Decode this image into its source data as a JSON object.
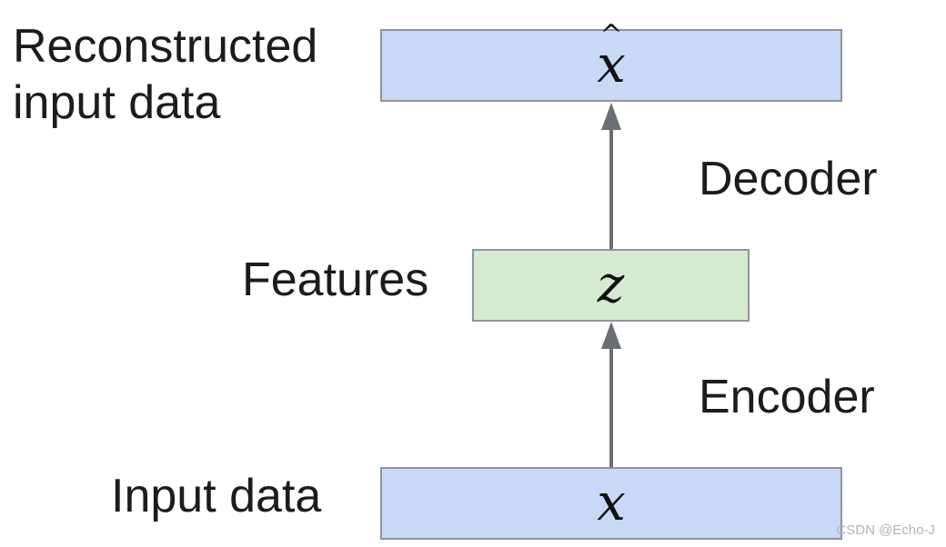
{
  "diagram": {
    "top_label": "Reconstructed\ninput data",
    "top_box_var": "x",
    "top_box_hat": "^",
    "decoder_label": "Decoder",
    "middle_label": "Features",
    "middle_box_var": "z",
    "encoder_label": "Encoder",
    "bottom_label": "Input data",
    "bottom_box_var": "x"
  },
  "colors": {
    "blue_box": "#c9d8f5",
    "green_box": "#d6ead1",
    "arrow": "#6b6f73",
    "border": "#8e949c"
  },
  "watermark": "CSDN @Echo-J"
}
